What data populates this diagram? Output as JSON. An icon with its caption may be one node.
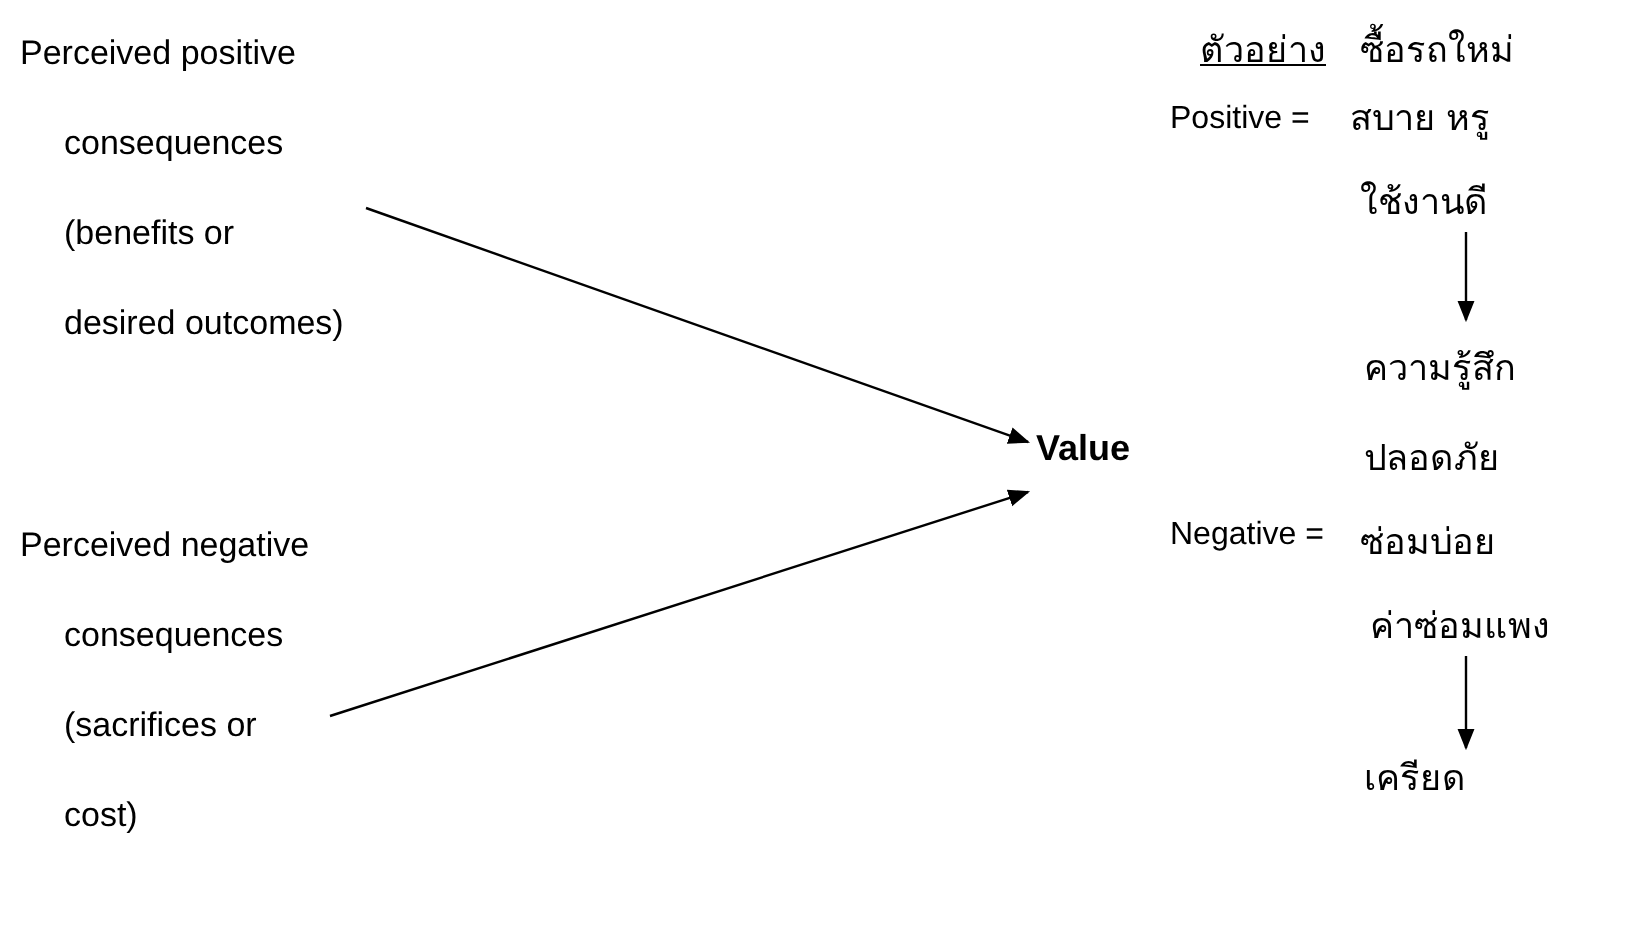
{
  "diagram": {
    "nodes": [
      {
        "text": [
          "Perceived positive consequences (benefits or desired outcomes)"
        ]
      },
      {
        "text": [
          "Perceived negative consequences (sacrifices or cost)"
        ]
      },
      {
        "text": [
          "Value"
        ]
      },
      {
        "text": [
          "สบาย หรู",
          "ใช้งานดี"
        ]
      },
      {
        "text": [
          "ความรู้สึกปลอดภัย"
        ]
      },
      {
        "text": [
          "ซ่อมบ่อย",
          "ค่าซ่อมแพง"
        ]
      },
      {
        "text": [
          "เครียด"
        ]
      }
    ],
    "edges": [
      {
        "from": 0,
        "to": 2,
        "arrow": "to"
      },
      {
        "from": 1,
        "to": 2,
        "arrow": "to"
      },
      {
        "from": 3,
        "to": 4,
        "arrow": "to"
      },
      {
        "from": 5,
        "to": 6,
        "arrow": "to"
      }
    ],
    "labels": [
      "ตัวอย่าง",
      "ซื้อรถใหม่",
      "Positive =",
      "Negative ="
    ]
  }
}
